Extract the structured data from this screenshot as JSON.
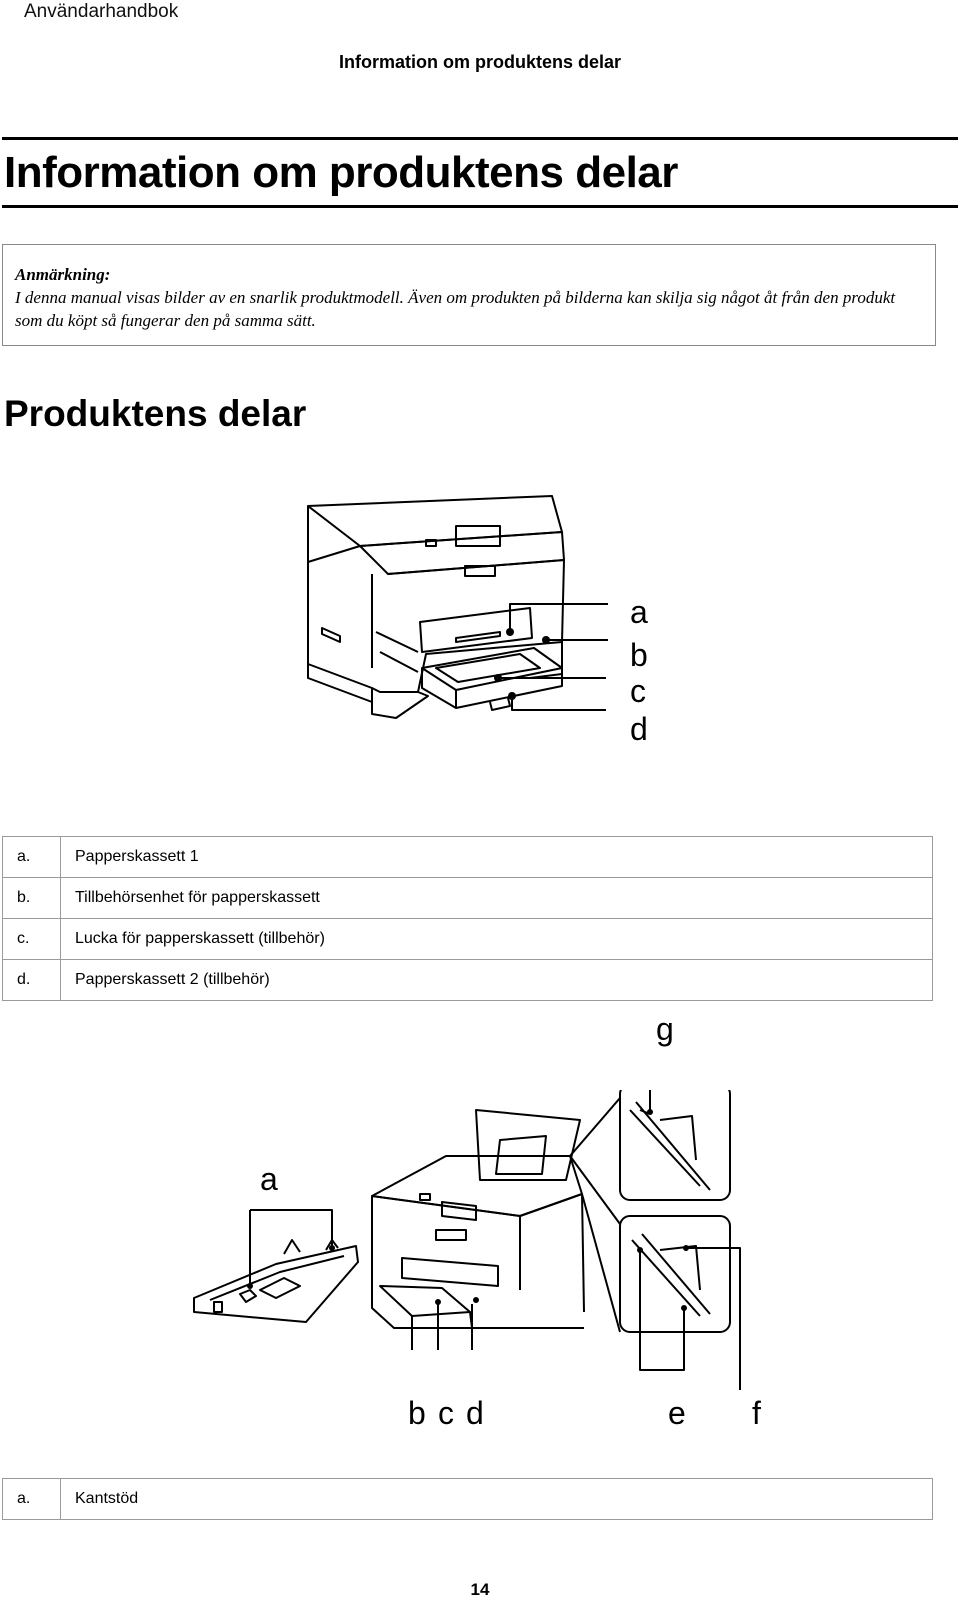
{
  "header": {
    "running_head": "Användarhandbok",
    "section": "Information om produktens delar"
  },
  "chapter_title": "Information om produktens delar",
  "note": {
    "label": "Anmärkning:",
    "text": "I denna manual visas bilder av en snarlik produktmodell. Även om produkten på bilderna kan skilja sig något åt från den produkt som du köpt så fungerar den på samma sätt."
  },
  "subsection_title": "Produktens delar",
  "figure1": {
    "callouts": [
      "a",
      "b",
      "c",
      "d"
    ]
  },
  "table1": [
    {
      "key": "a.",
      "value": "Papperskassett 1"
    },
    {
      "key": "b.",
      "value": "Tillbehörsenhet för papperskassett"
    },
    {
      "key": "c.",
      "value": "Lucka för papperskassett (tillbehör)"
    },
    {
      "key": "d.",
      "value": "Papperskassett 2 (tillbehör)"
    }
  ],
  "figure2": {
    "callout_g": "g",
    "callout_a": "a",
    "callout_b": "b",
    "callout_c": "c",
    "callout_d": "d",
    "callout_e": "e",
    "callout_f": "f"
  },
  "table2": [
    {
      "key": "a.",
      "value": "Kantstöd"
    }
  ],
  "page_number": "14"
}
